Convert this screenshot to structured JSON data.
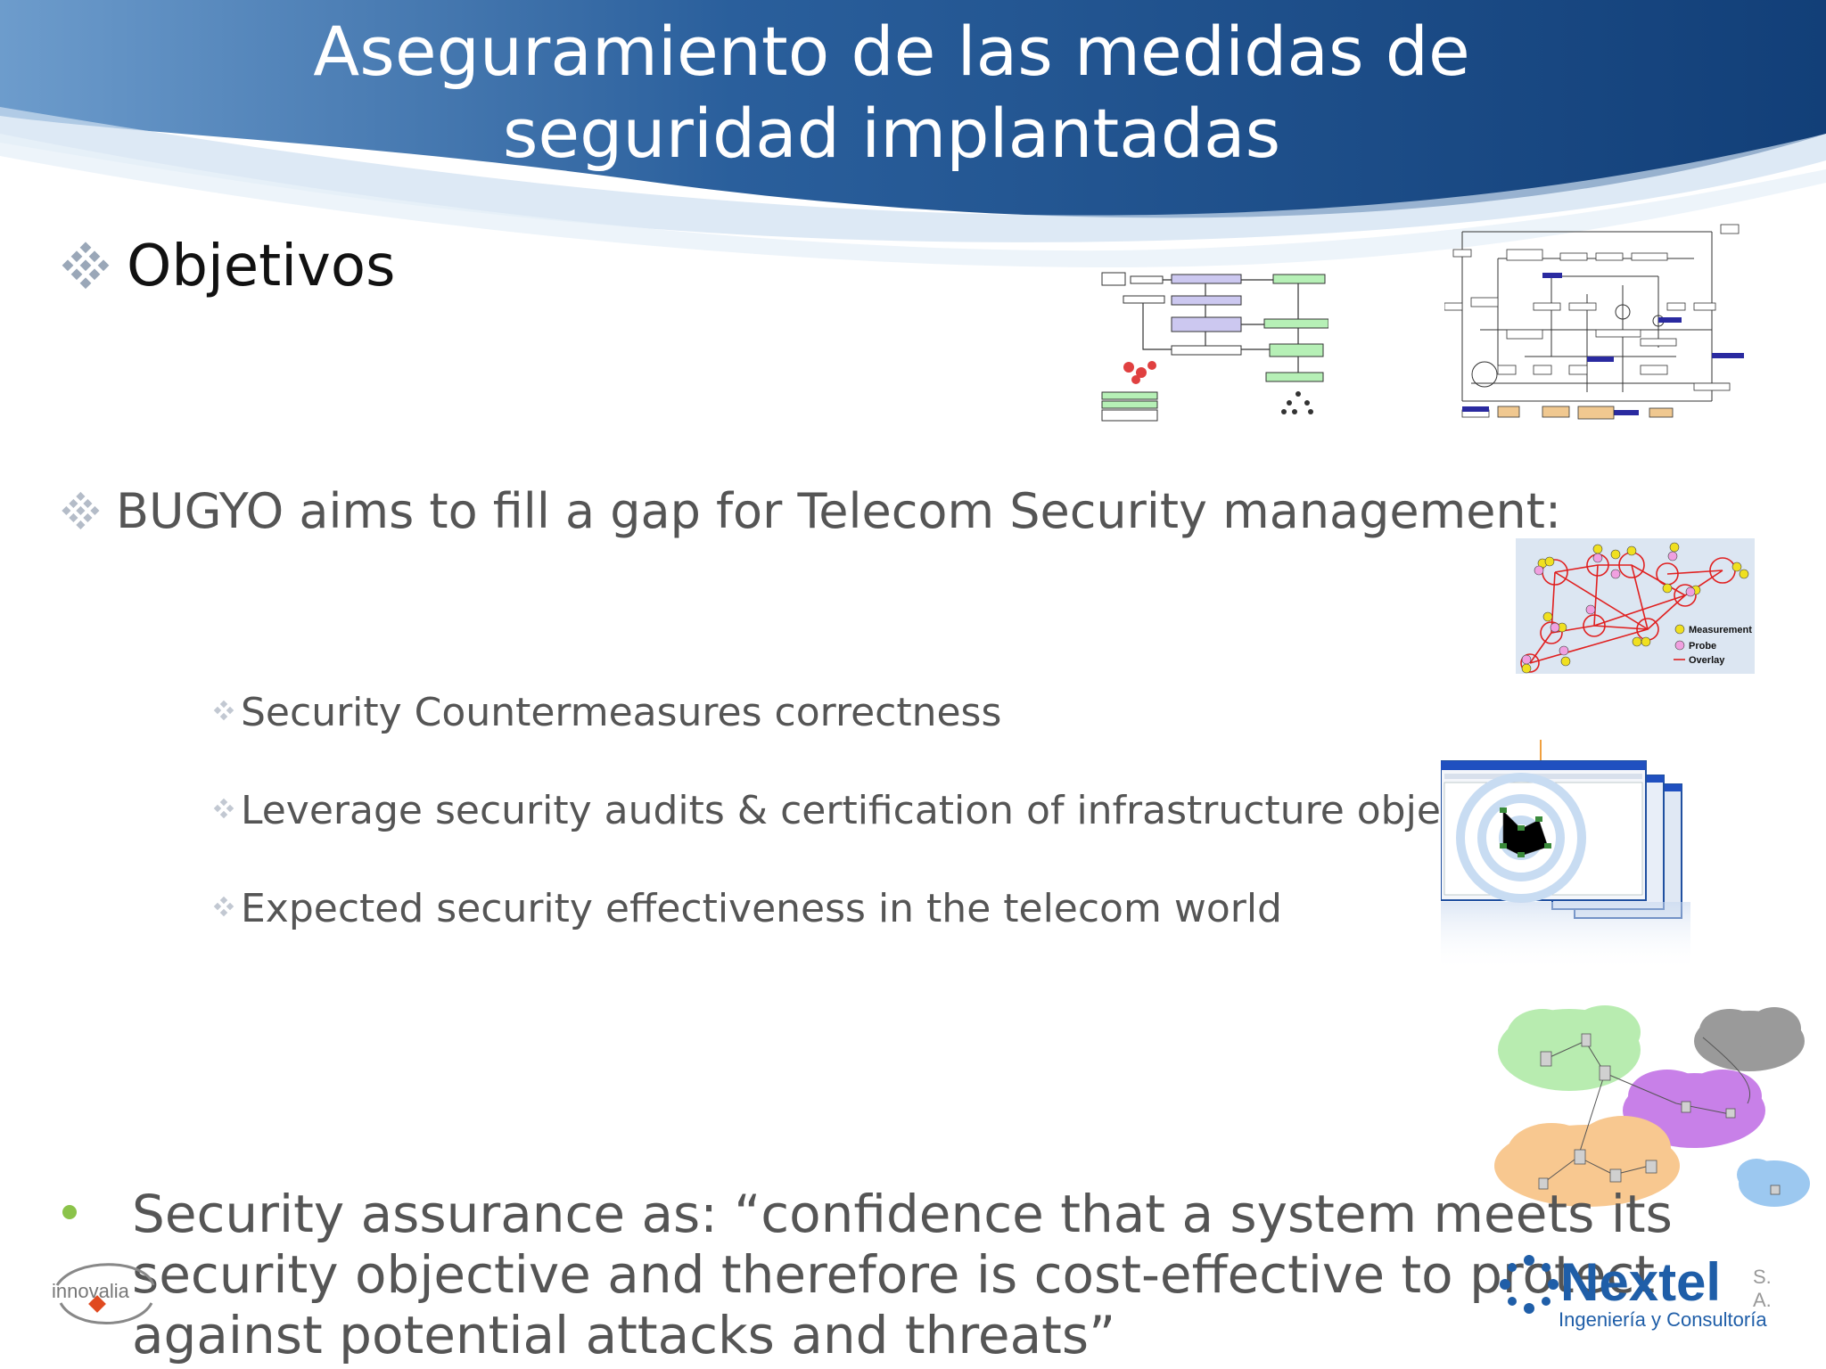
{
  "slide": {
    "title_line1": "Aseguramiento de las medidas de",
    "title_line2": "seguridad implantadas",
    "bullet_objetivos": "Objetivos",
    "bullet_bugyo": "BUGYO aims to fill a gap for Telecom Security management:",
    "sub_items": [
      "Security Countermeasures correctness",
      "Leverage security audits & certification of infrastructure objec",
      "Expected security effectiveness in the telecom world"
    ],
    "quote_lines": [
      "Security  assurance   as:  “confidence  that  a  system    meets  its",
      "security  objective    and  therefore  is  cost-effective    to  protect",
      "against potential  attacks and threats”"
    ]
  },
  "figures": {
    "overlay_legend": {
      "measurement": "Measurement",
      "probe": "Probe",
      "overlay": "Overlay"
    }
  },
  "logos": {
    "innovalia": "innovalia",
    "nextel": "Nextel",
    "nextel_sub": "Ingeniería y Consultoría",
    "nextel_sa": "S. A."
  },
  "colors": {
    "banner_dark": "#1a4f8c",
    "banner_light": "#6fa6d6",
    "text_gray": "#555555",
    "bullet_green": "#8bc34a"
  }
}
